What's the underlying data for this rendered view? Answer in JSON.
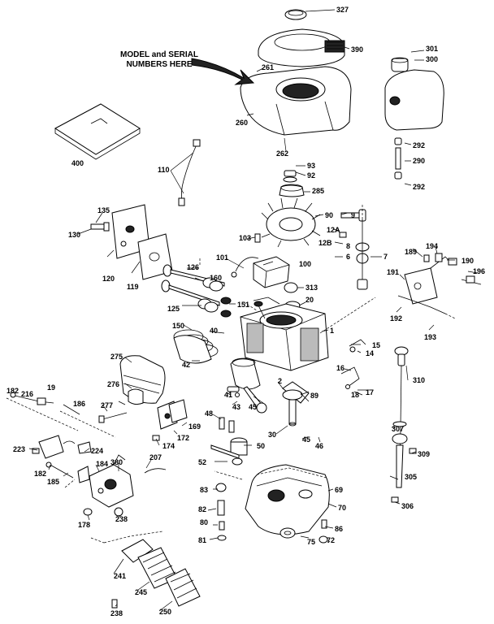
{
  "callout": {
    "line1": "MODEL and SERIAL",
    "line2": "NUMBERS HERE"
  },
  "parts": {
    "p327": "327",
    "p390": "390",
    "p301": "301",
    "p300": "300",
    "p261": "261",
    "p260": "260",
    "p262": "262",
    "p292a": "292",
    "p290": "290",
    "p292b": "292",
    "p400": "400",
    "p110": "110",
    "p93": "93",
    "p92": "92",
    "p285": "285",
    "p135": "135",
    "p130": "130",
    "p90": "90",
    "p9": "9",
    "p12A": "12A",
    "p12B": "12B",
    "p8": "8",
    "p6": "6",
    "p7": "7",
    "p103": "103",
    "p120": "120",
    "p119": "119",
    "p126": "126",
    "p101": "101",
    "p100": "100",
    "p313": "313",
    "p189": "189",
    "p194": "194",
    "p190": "190",
    "p196": "196",
    "p191": "191",
    "p160": "160",
    "p20": "20",
    "p125": "125",
    "p151": "151",
    "p192": "192",
    "p193": "193",
    "p150": "150",
    "p40": "40",
    "p1": "1",
    "p15": "15",
    "p14": "14",
    "p42": "42",
    "p275": "275",
    "p310": "310",
    "p16": "16",
    "p2": "2",
    "p276": "276",
    "p41": "41",
    "p45a": "45",
    "p89": "89",
    "p18": "18",
    "p17": "17",
    "p182a": "182",
    "p216": "216",
    "p19": "19",
    "p186": "186",
    "p277": "277",
    "p43": "43",
    "p48": "48",
    "p169": "169",
    "p307": "307",
    "p30": "30",
    "p45b": "45",
    "p46": "46",
    "p172": "172",
    "p174": "174",
    "p50": "50",
    "p223": "223",
    "p224": "224",
    "p309": "309",
    "p182b": "182",
    "p185": "185",
    "p184": "184",
    "p380": "380",
    "p207": "207",
    "p52": "52",
    "p305": "305",
    "p83": "83",
    "p69": "69",
    "p82": "82",
    "p70": "70",
    "p306": "306",
    "p178": "178",
    "p238a": "238",
    "p80": "80",
    "p86": "86",
    "p81": "81",
    "p75": "75",
    "p72": "72",
    "p241": "241",
    "p245": "245",
    "p238b": "238",
    "p250": "250"
  }
}
